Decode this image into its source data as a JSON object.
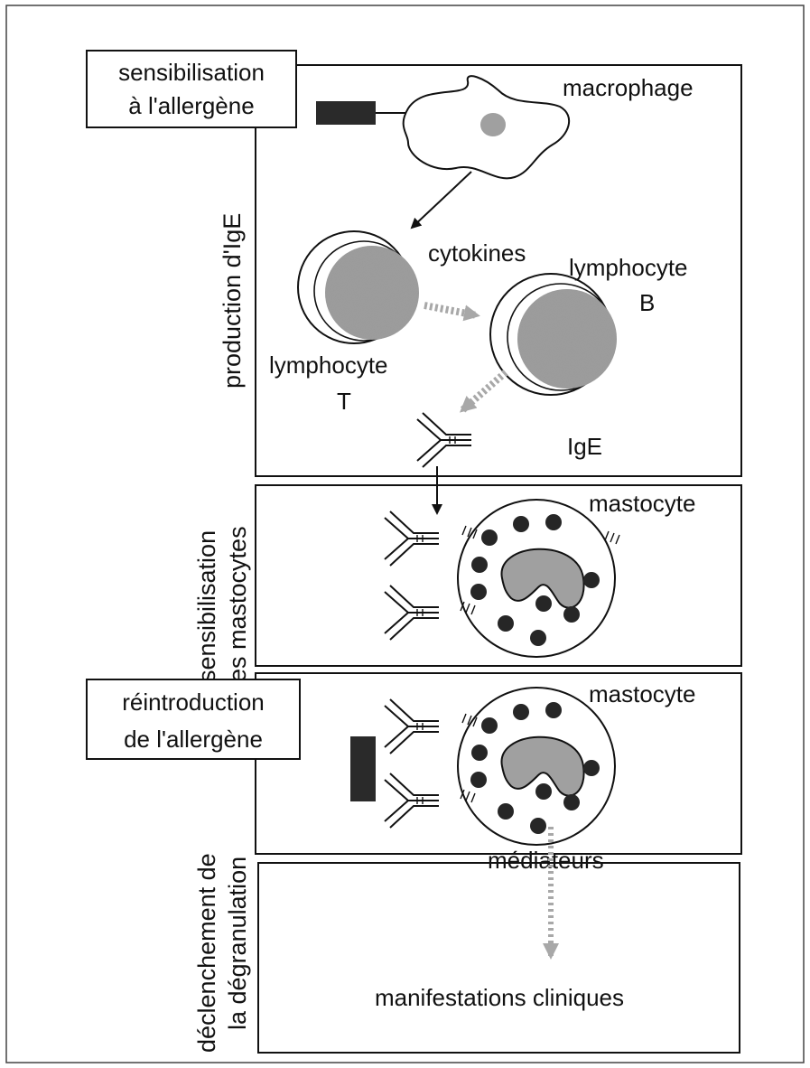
{
  "sections": {
    "production": "production d'IgE",
    "sensitization_line1": "sensibilisation",
    "sensitization_line2": "des mastocytes",
    "degranulation_line1": "déclenchement de",
    "degranulation_line2": "la dégranulation"
  },
  "boxes": {
    "sensitization_line1": "sensibilisation",
    "sensitization_line2": "à l'allergène",
    "reintroduction_line1": "réintroduction",
    "reintroduction_line2": "de l'allergène"
  },
  "labels": {
    "macrophage": "macrophage",
    "cytokines": "cytokines",
    "lymphocyte_b_line1": "lymphocyte",
    "lymphocyte_b_line2": "B",
    "lymphocyte_t_line1": "lymphocyte",
    "lymphocyte_t_line2": "T",
    "ige": "IgE",
    "mastocyte_1": "mastocyte",
    "mastocyte_2": "mastocyte",
    "mediators": "médiateurs",
    "clinical": "manifestations cliniques"
  },
  "colors": {
    "ink": "#111111",
    "stipple": "#9a9a9a",
    "allergen": "#2a2a2a",
    "granule": "#262626"
  }
}
